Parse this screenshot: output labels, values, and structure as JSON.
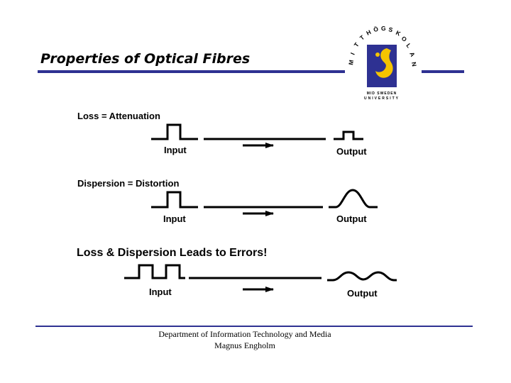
{
  "slide": {
    "title": "Properties of Optical Fibres"
  },
  "logo": {
    "arc_letters": [
      "M",
      "I",
      "T",
      "T",
      "H",
      "Ö",
      "G",
      "S",
      "K",
      "O",
      "L",
      "A",
      "N"
    ],
    "name_line1": "MID SWEDEN",
    "name_line2": "UNIVERSITY",
    "colors": {
      "blue": "#2e3192",
      "yellow": "#f5c400"
    }
  },
  "diagrams": [
    {
      "heading": "Loss = Attenuation",
      "input_label": "Input",
      "output_label": "Output"
    },
    {
      "heading": "Dispersion = Distortion",
      "input_label": "Input",
      "output_label": "Output"
    },
    {
      "heading": "Loss & Dispersion Leads to Errors!",
      "input_label": "Input",
      "output_label": "Output"
    }
  ],
  "footer": {
    "department": "Department of Information Technology and Media",
    "author": "Magnus Engholm"
  },
  "colors": {
    "accent_rule": "#2e3192",
    "text": "#000000"
  }
}
